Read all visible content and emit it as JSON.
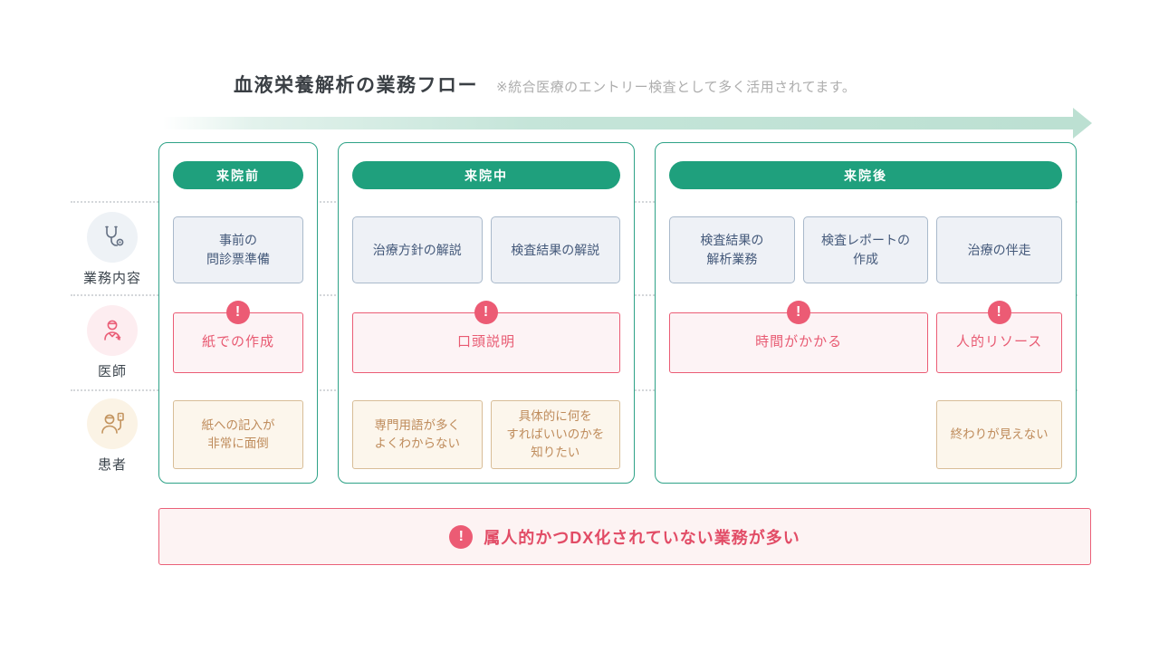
{
  "page": {
    "title": "血液栄養解析の業務フロー",
    "subtitle": "※統合医療のエントリー検査として多く活用されてます。"
  },
  "row_labels": {
    "tasks": "業務内容",
    "doctor": "医師",
    "patient": "患者"
  },
  "columns": [
    {
      "header": "来院前",
      "tasks": [
        {
          "text": "事前の\n問診票準備"
        }
      ],
      "doctor_issues": [
        {
          "text": "紙での作成"
        }
      ],
      "patient_issues": [
        {
          "text": "紙への記入が\n非常に面倒"
        }
      ]
    },
    {
      "header": "来院中",
      "tasks": [
        {
          "text": "治療方針の解説"
        },
        {
          "text": "検査結果の解説"
        }
      ],
      "doctor_issues": [
        {
          "text": "口頭説明"
        }
      ],
      "patient_issues": [
        {
          "text": "専門用語が多く\nよくわからない"
        },
        {
          "text": "具体的に何を\nすればいいのかを\n知りたい"
        }
      ]
    },
    {
      "header": "来院後",
      "tasks": [
        {
          "text": "検査結果の\n解析業務"
        },
        {
          "text": "検査レポートの\n作成"
        },
        {
          "text": "治療の伴走"
        }
      ],
      "doctor_issues": [
        {
          "text": "時間がかかる"
        },
        {
          "text": "人的リソース"
        }
      ],
      "patient_issues": [
        {
          "text": "終わりが見えない"
        }
      ]
    }
  ],
  "banner": {
    "text": "属人的かつDX化されていない業務が多い"
  },
  "icons": {
    "alert_glyph": "!"
  },
  "colors": {
    "teal": "#1fa07d",
    "panel_border": "#2ea287",
    "pink": "#ec5b74",
    "task_box_bg": "#eef1f6",
    "task_box_border": "#a9b9cb",
    "task_box_text": "#44597a",
    "doctor_box_bg": "#fdf3f5",
    "patient_box_bg": "#fcf6ec",
    "patient_box_border": "#d8bd97",
    "patient_box_text": "#bf8c5c",
    "arrow": "#bce0d2"
  }
}
